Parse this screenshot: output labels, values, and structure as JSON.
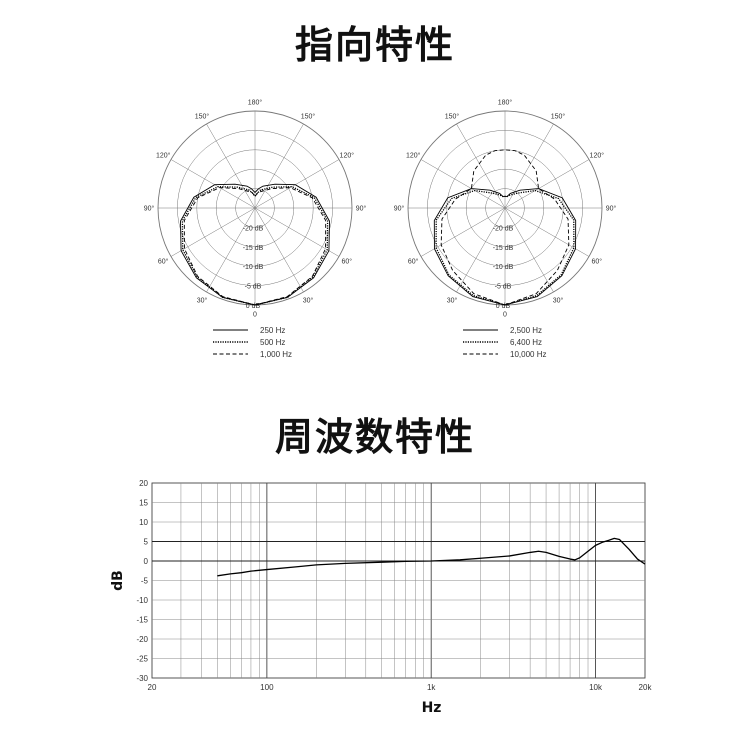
{
  "titles": {
    "polar": "指向特性",
    "frequency": "周波数特性"
  },
  "chart_data": [
    {
      "type": "polar",
      "angle_labels": [
        "180°",
        "150°",
        "150°",
        "120°",
        "120°",
        "90°",
        "90°",
        "60°",
        "60°",
        "30°",
        "30°",
        "0"
      ],
      "ring_labels": [
        "-20 dB",
        "-15 dB",
        "-10 dB",
        "-5 dB",
        "0 dB"
      ],
      "rlim": [
        -25,
        0
      ],
      "series": [
        {
          "name": "250 Hz",
          "style": "solid",
          "angles_deg": [
            0,
            20,
            40,
            60,
            80,
            100,
            120,
            140,
            160,
            170,
            180
          ],
          "db": [
            0,
            -0.5,
            -1.5,
            -3,
            -5.5,
            -9,
            -13,
            -17,
            -19,
            -20,
            -21
          ]
        },
        {
          "name": "500 Hz",
          "style": "dotted",
          "angles_deg": [
            0,
            20,
            40,
            60,
            80,
            100,
            120,
            140,
            160,
            170,
            180
          ],
          "db": [
            0,
            -0.5,
            -1.8,
            -3.5,
            -6,
            -9.5,
            -14,
            -18,
            -20,
            -21,
            -22
          ]
        },
        {
          "name": "1,000 Hz",
          "style": "dashed",
          "angles_deg": [
            0,
            20,
            40,
            60,
            80,
            100,
            120,
            140,
            160,
            170,
            180
          ],
          "db": [
            0,
            -0.7,
            -2,
            -4,
            -6.5,
            -10,
            -14.5,
            -18.5,
            -20.5,
            -21,
            -22
          ]
        }
      ]
    },
    {
      "type": "polar",
      "angle_labels": [
        "180°",
        "150°",
        "150°",
        "120°",
        "120°",
        "90°",
        "90°",
        "60°",
        "60°",
        "30°",
        "30°",
        "0"
      ],
      "ring_labels": [
        "-20 dB",
        "-15 dB",
        "-10 dB",
        "-5 dB",
        "0 dB"
      ],
      "rlim": [
        -25,
        0
      ],
      "series": [
        {
          "name": "2,500 Hz",
          "style": "solid",
          "angles_deg": [
            0,
            20,
            40,
            60,
            80,
            100,
            120,
            140,
            160,
            170,
            180
          ],
          "db": [
            0,
            -0.7,
            -2.2,
            -4,
            -6.5,
            -10,
            -15,
            -19,
            -21,
            -22,
            -22
          ]
        },
        {
          "name": "6,400 Hz",
          "style": "dotted",
          "angles_deg": [
            0,
            20,
            40,
            60,
            80,
            100,
            120,
            140,
            160,
            170,
            180
          ],
          "db": [
            0,
            -1,
            -2.5,
            -4.5,
            -7,
            -11,
            -16,
            -20,
            -21.5,
            -22,
            -22
          ]
        },
        {
          "name": "10,000 Hz",
          "style": "dashed",
          "angles_deg": [
            0,
            20,
            40,
            60,
            80,
            100,
            120,
            140,
            160,
            170,
            180
          ],
          "db": [
            0,
            -1.5,
            -4,
            -6,
            -8.5,
            -12,
            -15,
            -12.5,
            -10.5,
            -10,
            -10
          ]
        }
      ]
    },
    {
      "type": "line",
      "title": "",
      "xlabel": "Hz",
      "ylabel": "dB",
      "xscale": "log",
      "xlim": [
        20,
        20000
      ],
      "ylim": [
        -30,
        20
      ],
      "x_tick_labels": [
        "20",
        "100",
        "1k",
        "10k",
        "20k"
      ],
      "y_tick_labels": [
        "20",
        "15",
        "10",
        "5",
        "0",
        "-5",
        "-10",
        "-15",
        "-20",
        "-25",
        "-30"
      ],
      "grid": true,
      "series": [
        {
          "x": [
            50,
            60,
            70,
            80,
            100,
            150,
            200,
            300,
            500,
            700,
            1000,
            1500,
            2000,
            3000,
            4000,
            4500,
            5000,
            6000,
            7000,
            7500,
            8000,
            9000,
            10000,
            11000,
            12000,
            13000,
            14000,
            16000,
            18000,
            20000
          ],
          "y": [
            -3.8,
            -3.3,
            -3,
            -2.6,
            -2.2,
            -1.5,
            -1,
            -0.6,
            -0.3,
            -0.1,
            0,
            0.3,
            0.7,
            1.3,
            2.2,
            2.5,
            2.2,
            1.2,
            0.5,
            0.3,
            0.8,
            2.5,
            4,
            4.8,
            5.3,
            5.8,
            5.5,
            3,
            0.5,
            -0.8
          ]
        }
      ]
    }
  ]
}
